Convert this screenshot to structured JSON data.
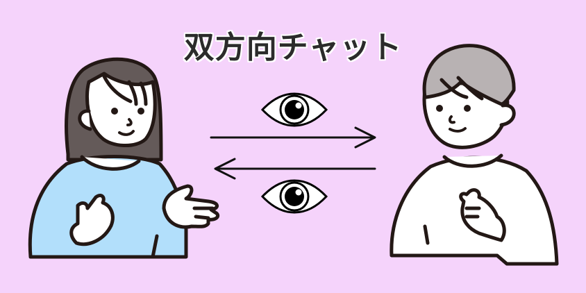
{
  "title": "双方向チャット",
  "colors": {
    "background": "#f5d3fb",
    "title_text": "#2b2b2b",
    "outline": "#231815",
    "woman_hair": "#645a59",
    "woman_shirt": "#b2dffb",
    "man_hair": "#b8b2b3",
    "skin": "#ffffff",
    "man_shirt": "#ffffff"
  },
  "illustration": {
    "left_person": "woman-gesturing",
    "right_person": "man-hand-on-chest",
    "top_arrow_direction": "right",
    "bottom_arrow_direction": "left",
    "icons": [
      "eye-icon",
      "arrow-right-icon",
      "arrow-left-icon",
      "eye-icon"
    ]
  }
}
